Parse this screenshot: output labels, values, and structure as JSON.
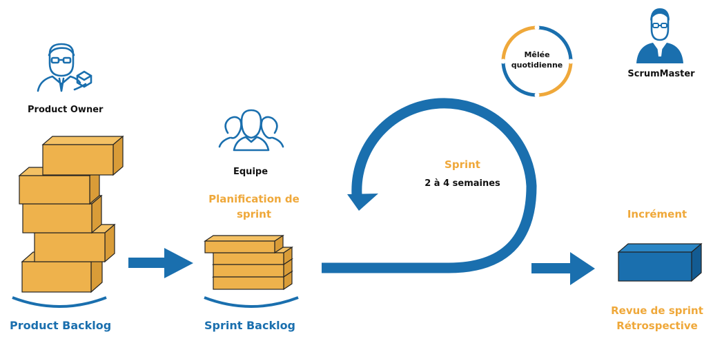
{
  "colors": {
    "blue": "#1a6fae",
    "orange": "#efa83a",
    "box_fill": "#eeb24c",
    "box_stroke": "#222222",
    "text_dark": "#111111"
  },
  "labels": {
    "product_owner": "Product Owner",
    "product_backlog": "Product Backlog",
    "equipe": "Equipe",
    "planification_line1": "Planification de",
    "planification_line2": "sprint",
    "sprint_backlog": "Sprint Backlog",
    "sprint_title": "Sprint",
    "sprint_duration": "2 à 4 semaines",
    "melee_line1": "Mêlée",
    "melee_line2": "quotidienne",
    "scrum_master": "ScrumMaster",
    "increment": "Incrément",
    "revue_line1": "Revue de sprint",
    "revue_line2": "Rétrospective"
  },
  "icons": {
    "product_owner": "product-owner-icon",
    "team": "team-icon",
    "scrum_master": "scrum-master-icon"
  }
}
